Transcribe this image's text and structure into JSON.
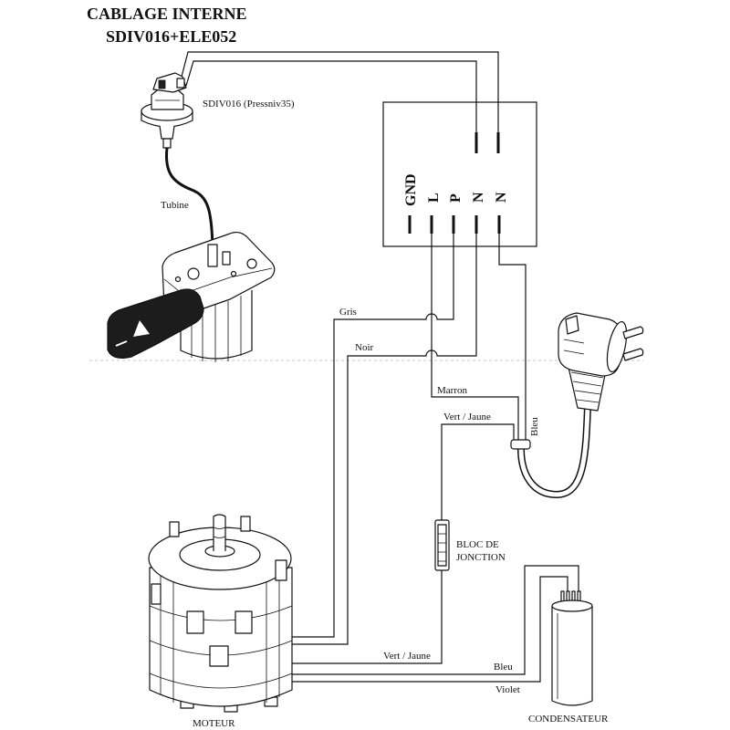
{
  "header": {
    "title": "CABLAGE INTERNE",
    "subtitle": "SDIV016+ELE052"
  },
  "components": {
    "pressure_switch": "SDIV016 (Pressniv35)",
    "tube": "Tubine",
    "junction_block_line1": "BLOC DE",
    "junction_block_line2": "JONCTION",
    "motor": "MOTEUR",
    "capacitor": "CONDENSATEUR"
  },
  "terminals": [
    "GND",
    "L",
    "P",
    "N",
    "N"
  ],
  "wires": {
    "gris": "Gris",
    "noir": "Noir",
    "marron": "Marron",
    "vert_jaune_cord": "Vert / Jaune",
    "bleu_cord": "Bleu",
    "vert_jaune_motor": "Vert / Jaune",
    "bleu_capacitor": "Bleu",
    "violet": "Violet"
  },
  "icons": [
    "pressure-switch-icon",
    "pump-icon",
    "control-box-icon",
    "power-plug-icon",
    "junction-block-icon",
    "motor-icon",
    "capacitor-icon"
  ],
  "colors": {
    "line": "#111111",
    "background": "#ffffff",
    "guide_dash": "#c8c8c8"
  }
}
